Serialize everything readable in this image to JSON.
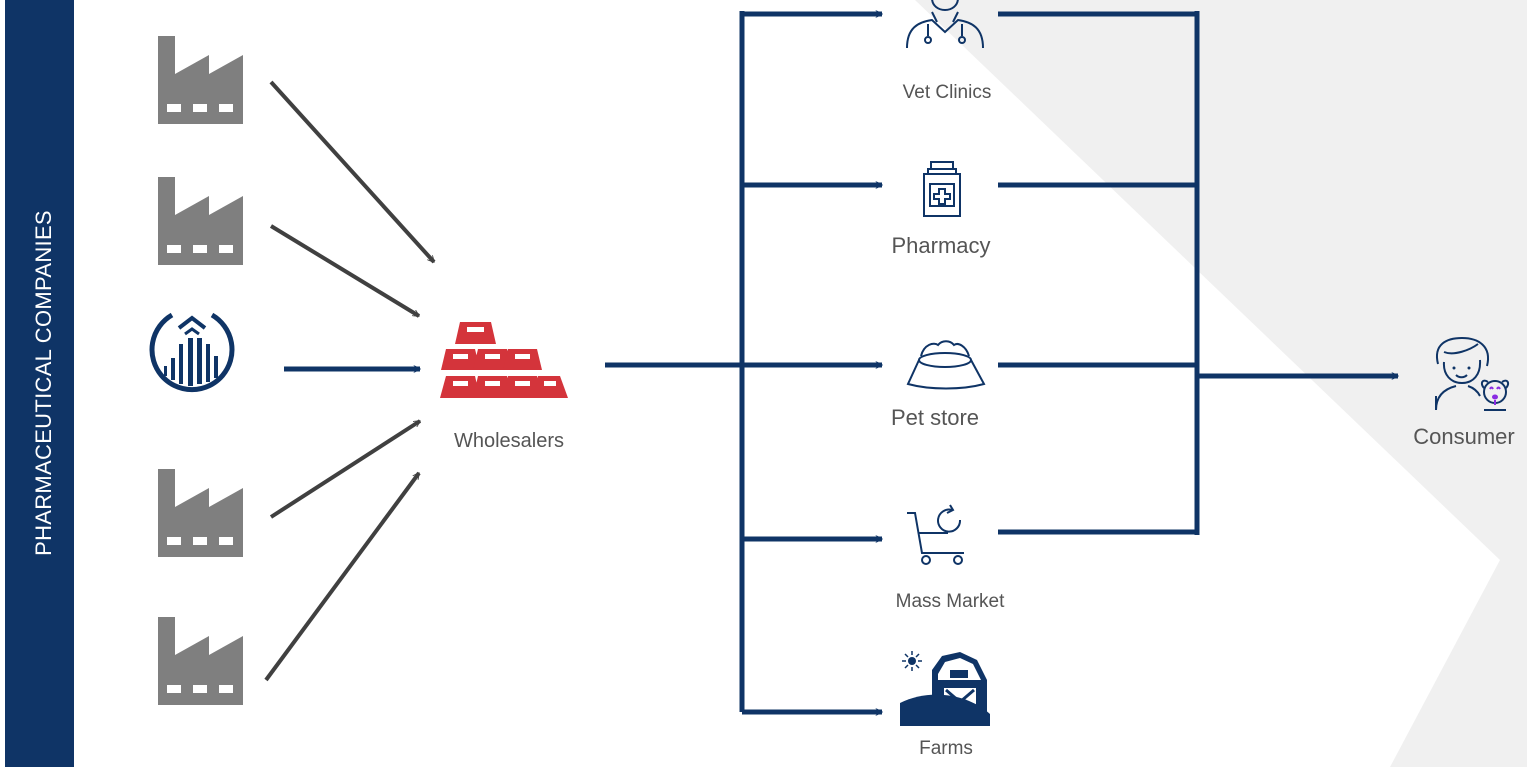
{
  "sidebar": {
    "label": "PHARMACEUTICAL COMPANIES"
  },
  "sources": {
    "factory_icon": "factory-icon",
    "company_logo": "pharma-company-logo"
  },
  "wholesaler": {
    "label": "Wholesalers",
    "icon": "gold-bars-stack-icon"
  },
  "channels": [
    {
      "label": "Vet Clinics",
      "icon": "veterinarian-icon"
    },
    {
      "label": "Pharmacy",
      "icon": "medicine-bottle-icon"
    },
    {
      "label": "Pet store",
      "icon": "pet-bowl-icon"
    },
    {
      "label": "Mass Market",
      "icon": "shopping-cart-icon"
    },
    {
      "label": "Farms",
      "icon": "barn-icon"
    }
  ],
  "consumer": {
    "label": "Consumer",
    "icon": "person-with-dog-icon"
  },
  "colors": {
    "navy": "#0f3466",
    "wholesaler_red": "#d4343b",
    "factory_gray": "#7f7f7f",
    "arrow_gray": "#404040",
    "consumer_accent": "#8a2be2",
    "background_shape": "#f0f0f0"
  }
}
